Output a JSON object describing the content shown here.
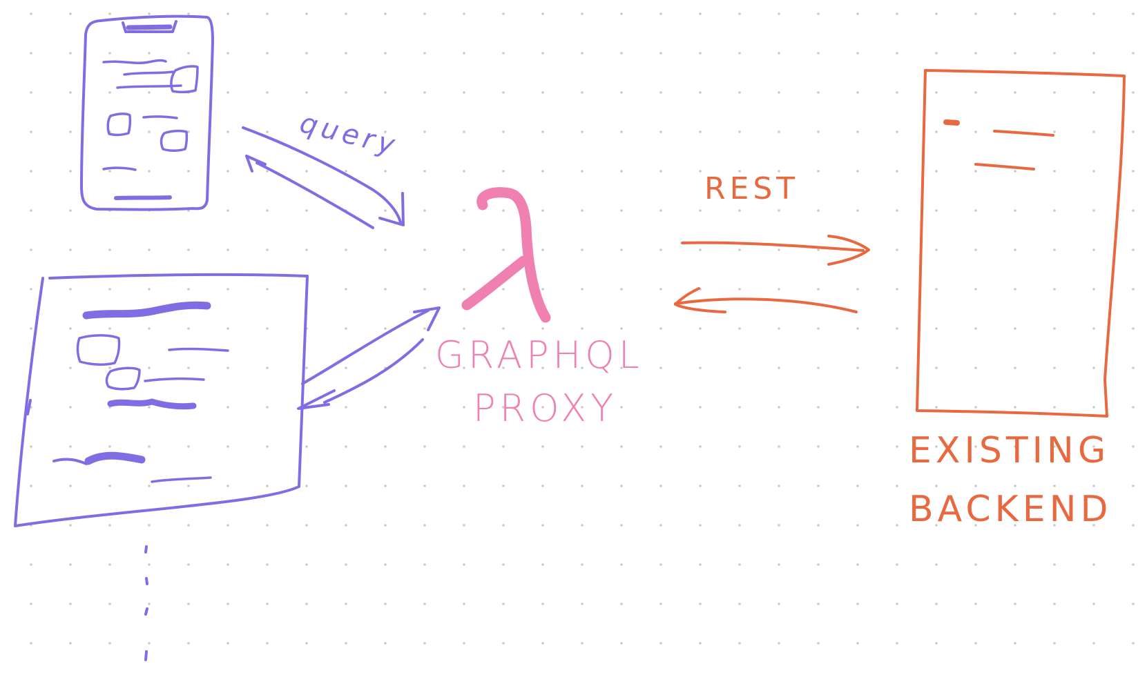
{
  "colors": {
    "background": "#ffffff",
    "grid_dot": "#c9c9c9",
    "clients": "#7f6ee3",
    "proxy": "#ef80b1",
    "backend": "#e8683f"
  },
  "labels": {
    "query": "query",
    "rest": "REST",
    "proxy_line1": "GRAPHQL",
    "proxy_line2": "PROXY",
    "backend_line1": "EXISTING",
    "backend_line2": "BACKEND"
  },
  "icons": {
    "proxy_symbol": "lambda-icon"
  }
}
